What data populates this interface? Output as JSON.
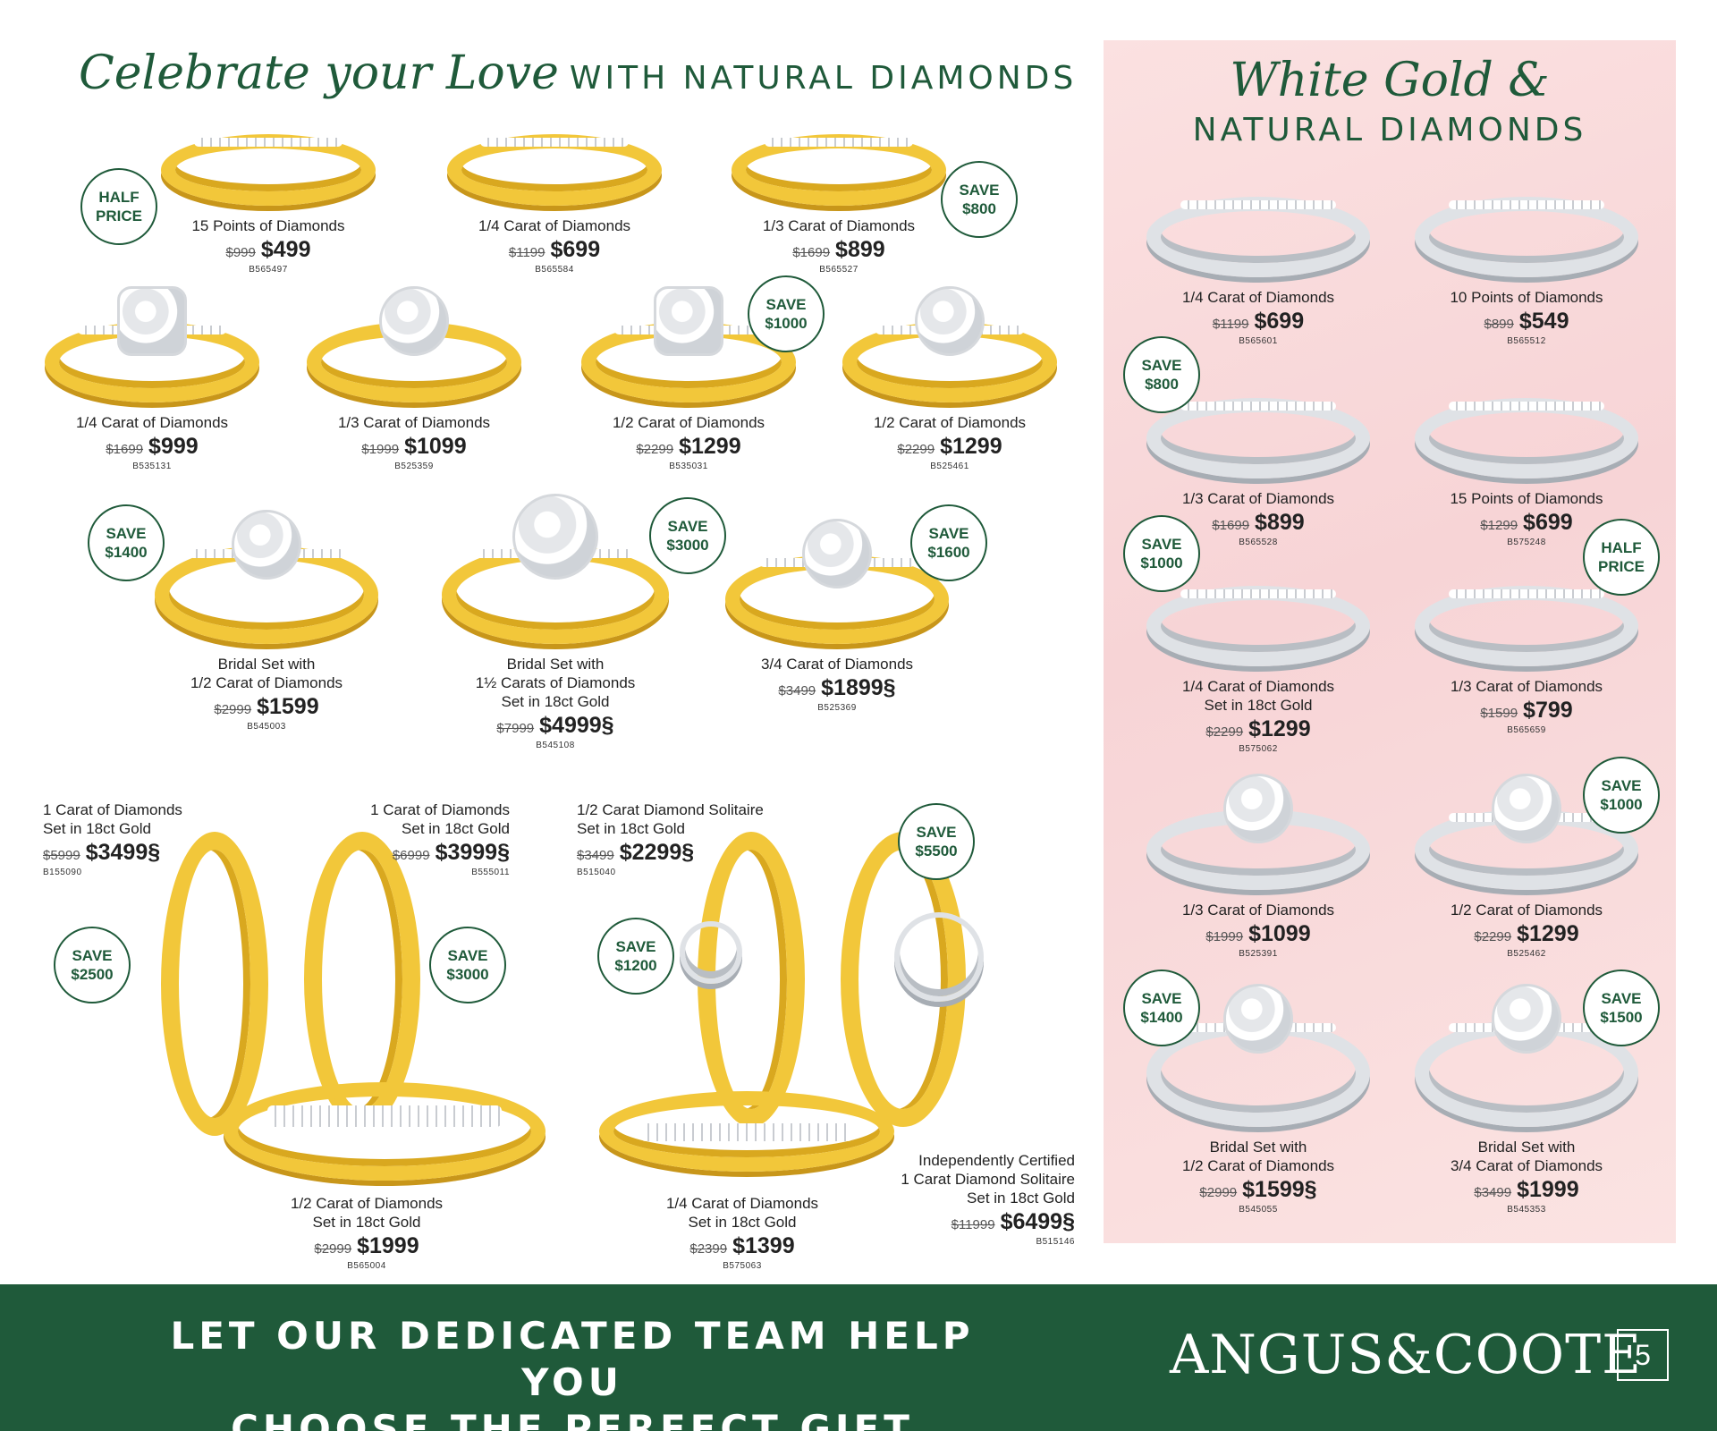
{
  "headings": {
    "left_script": "Celebrate your Love",
    "left_caps": "WITH NATURAL DIAMONDS",
    "right_script": "White Gold &",
    "right_caps": "NATURAL DIAMONDS"
  },
  "badges": {
    "half_price_1": [
      "HALF",
      "PRICE"
    ],
    "save_800_a": [
      "SAVE",
      "$800"
    ],
    "save_1000_a": [
      "SAVE",
      "$1000"
    ],
    "save_1400_a": [
      "SAVE",
      "$1400"
    ],
    "save_3000_a": [
      "SAVE",
      "$3000"
    ],
    "save_1600": [
      "SAVE",
      "$1600"
    ],
    "save_5500": [
      "SAVE",
      "$5500"
    ],
    "save_2500": [
      "SAVE",
      "$2500"
    ],
    "save_3000_b": [
      "SAVE",
      "$3000"
    ],
    "save_1200": [
      "SAVE",
      "$1200"
    ],
    "r_save_800": [
      "SAVE",
      "$800"
    ],
    "r_save_1000": [
      "SAVE",
      "$1000"
    ],
    "r_half_price": [
      "HALF",
      "PRICE"
    ],
    "r_save_1000_b": [
      "SAVE",
      "$1000"
    ],
    "r_save_1400": [
      "SAVE",
      "$1400"
    ],
    "r_save_1500": [
      "SAVE",
      "$1500"
    ]
  },
  "products": {
    "p1": {
      "name": [
        "15 Points of Diamonds"
      ],
      "old": "$999",
      "new": "$499",
      "sku": "B565497"
    },
    "p2": {
      "name": [
        "1/4 Carat of Diamonds"
      ],
      "old": "$1199",
      "new": "$699",
      "sku": "B565584"
    },
    "p3": {
      "name": [
        "1/3 Carat of Diamonds"
      ],
      "old": "$1699",
      "new": "$899",
      "sku": "B565527"
    },
    "p4": {
      "name": [
        "1/4 Carat of Diamonds"
      ],
      "old": "$1699",
      "new": "$999",
      "sku": "B535131"
    },
    "p5": {
      "name": [
        "1/3 Carat of Diamonds"
      ],
      "old": "$1999",
      "new": "$1099",
      "sku": "B525359"
    },
    "p6": {
      "name": [
        "1/2 Carat of Diamonds"
      ],
      "old": "$2299",
      "new": "$1299",
      "sku": "B535031"
    },
    "p7": {
      "name": [
        "1/2 Carat of Diamonds"
      ],
      "old": "$2299",
      "new": "$1299",
      "sku": "B525461"
    },
    "p8": {
      "name": [
        "Bridal Set with",
        "1/2 Carat of Diamonds"
      ],
      "old": "$2999",
      "new": "$1599",
      "sku": "B545003"
    },
    "p9": {
      "name": [
        "Bridal Set with",
        "1½ Carats of Diamonds",
        "Set in 18ct Gold"
      ],
      "old": "$7999",
      "new": "$4999§",
      "sku": "B545108"
    },
    "p10": {
      "name": [
        "3/4 Carat of Diamonds"
      ],
      "old": "$3499",
      "new": "$1899§",
      "sku": "B525369"
    },
    "p11": {
      "name": [
        "1 Carat of Diamonds",
        "Set in 18ct Gold"
      ],
      "old": "$5999",
      "new": "$3499§",
      "sku": "B155090"
    },
    "p12": {
      "name": [
        "1 Carat of Diamonds",
        "Set in 18ct Gold"
      ],
      "old": "$6999",
      "new": "$3999§",
      "sku": "B555011"
    },
    "p13": {
      "name": [
        "1/2 Carat Diamond Solitaire",
        "Set in 18ct Gold"
      ],
      "old": "$3499",
      "new": "$2299§",
      "sku": "B515040"
    },
    "p14": {
      "name": [
        "1/2 Carat of Diamonds",
        "Set in 18ct Gold"
      ],
      "old": "$2999",
      "new": "$1999",
      "sku": "B565004"
    },
    "p15": {
      "name": [
        "1/4 Carat of Diamonds",
        "Set in 18ct Gold"
      ],
      "old": "$2399",
      "new": "$1399",
      "sku": "B575063"
    },
    "p16": {
      "name": [
        "Independently Certified",
        "1 Carat Diamond Solitaire",
        "Set in 18ct Gold"
      ],
      "old": "$11999",
      "new": "$6499§",
      "sku": "B515146"
    },
    "w1": {
      "name": [
        "1/4 Carat of Diamonds"
      ],
      "old": "$1199",
      "new": "$699",
      "sku": "B565601"
    },
    "w2": {
      "name": [
        "10 Points of Diamonds"
      ],
      "old": "$899",
      "new": "$549",
      "sku": "B565512"
    },
    "w3": {
      "name": [
        "1/3 Carat of Diamonds"
      ],
      "old": "$1699",
      "new": "$899",
      "sku": "B565528"
    },
    "w4": {
      "name": [
        "15 Points of Diamonds"
      ],
      "old": "$1299",
      "new": "$699",
      "sku": "B575248"
    },
    "w5": {
      "name": [
        "1/4 Carat of Diamonds",
        "Set in 18ct Gold"
      ],
      "old": "$2299",
      "new": "$1299",
      "sku": "B575062"
    },
    "w6": {
      "name": [
        "1/3 Carat of Diamonds"
      ],
      "old": "$1599",
      "new": "$799",
      "sku": "B565659"
    },
    "w7": {
      "name": [
        "1/3 Carat of Diamonds"
      ],
      "old": "$1999",
      "new": "$1099",
      "sku": "B525391"
    },
    "w8": {
      "name": [
        "1/2 Carat of Diamonds"
      ],
      "old": "$2299",
      "new": "$1299",
      "sku": "B525462"
    },
    "w9": {
      "name": [
        "Bridal Set with",
        "1/2 Carat of Diamonds"
      ],
      "old": "$2999",
      "new": "$1599§",
      "sku": "B545055"
    },
    "w10": {
      "name": [
        "Bridal Set with",
        "3/4 Carat of Diamonds"
      ],
      "old": "$3499",
      "new": "$1999",
      "sku": "B545353"
    }
  },
  "footer": {
    "line1": "LET OUR DEDICATED TEAM HELP YOU",
    "line2": "CHOOSE THE PERFECT GIFT",
    "brand": "ANGUS&COOTE",
    "page": "5"
  },
  "colors": {
    "brand_green": "#1f5a3a",
    "gold": "#f2c73a",
    "white_gold": "#dfe2e6",
    "panel_pink": "#f7d4d6"
  }
}
